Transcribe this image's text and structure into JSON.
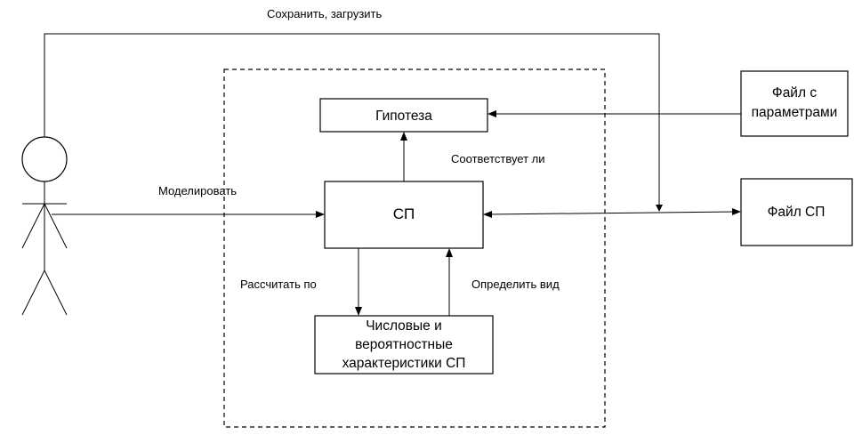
{
  "labels": {
    "save_load": "Сохранить, загрузить",
    "model": "Моделировать",
    "matches": "Соответствует ли",
    "compute_by": "Рассчитать по",
    "determine_type": "Определить вид"
  },
  "nodes": {
    "hypothesis": "Гипотеза",
    "sp": "СП",
    "characteristics": [
      "Числовые и",
      "вероятностные",
      "характеристики СП"
    ],
    "param_file": [
      "Файл с",
      "параметрами"
    ],
    "sp_file": "Файл СП"
  }
}
